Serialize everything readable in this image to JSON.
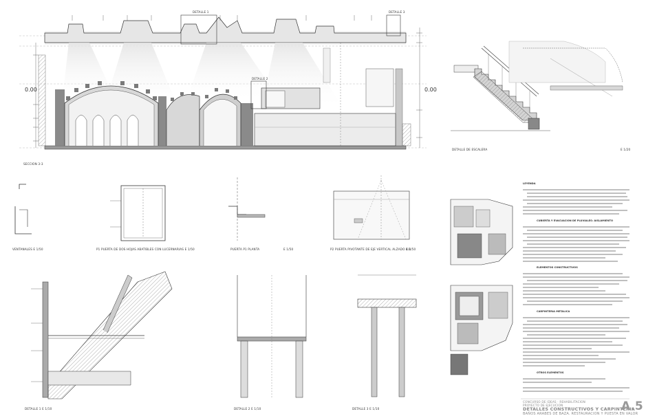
{
  "section": {
    "title": "SECCION 3-3",
    "level_left": "0.00",
    "level_right": "0.00",
    "callout_detail1": "DETALLE 1",
    "callout_detail3": "DETALLE 3",
    "callout_detail2": "DETALLE 2"
  },
  "staircase": {
    "title": "DETALLE DE ESCALERA",
    "scale": "E 1/20"
  },
  "small_details": {
    "ventana": "VENTANALES E 1/50",
    "puerta_doble": "P1 PUERTA DE DOS HOJAS ABATIBLES CON LUCERNARIAS E 1/50",
    "puerta_planta": "PUERTA P1 PLANTA",
    "puerta_planta_scale": "E 1/50",
    "puerta_pivotante": "P2 PUERTA PIVOTANTE DE EJE VERTICAL ALZADO 4/4",
    "puerta_pivotante_scale": "E 1/50"
  },
  "bottom_details": {
    "detalle1": "DETALLE 1  E 1/10",
    "detalle2": "DETALLE 2  E 1/10",
    "detalle3": "DETALLE 3  E 1/10"
  },
  "legend": {
    "title": "LEYENDA",
    "subtitle1": "CUBIERTA Y EVACUACION DE PLUVIALES: AISLAMIENTO",
    "subtitle2": "ELEMENTOS CONSTRUCTIVOS",
    "subtitle3": "CARPINTERIA METALICA",
    "subtitle4": "OTROS ELEMENTOS"
  },
  "title_block": {
    "line1": "CONCURSO DE IDEAS · REHABILITACION",
    "line2": "PROYECTO DE EJECUCION",
    "line3": "DETALLES CONSTRUCTIVOS Y CARPINTERIA",
    "line4": "BAÑOS ARABES DE BAZA. RESTAURACION Y PUESTA EN VALOR",
    "sheet": "A.5"
  },
  "colors": {
    "line": "#333333",
    "wall": "#8a8a8a",
    "fill_light": "#dcdcdc",
    "grey_text": "#888888"
  }
}
